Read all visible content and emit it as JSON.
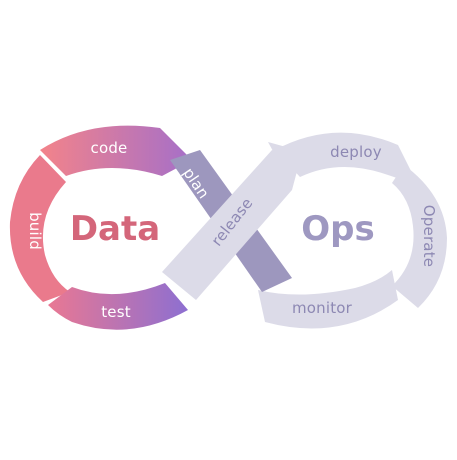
{
  "center": {
    "left_word": "Data",
    "right_word": "Ops"
  },
  "stages": {
    "code": "code",
    "build": "build",
    "test": "test",
    "plan": "plan",
    "release": "release",
    "deploy": "deploy",
    "operate": "Operate",
    "monitor": "monitor"
  },
  "colors": {
    "left_loop_start": "#f3838a",
    "left_loop_end": "#8d6fd1",
    "left_word": "#d4667a",
    "right_loop": "#dcdbe8",
    "right_word": "#9e98c1",
    "right_labels": "#8d88b3",
    "plan_band": "#9d97be",
    "label_on_dark": "#ffffff"
  }
}
